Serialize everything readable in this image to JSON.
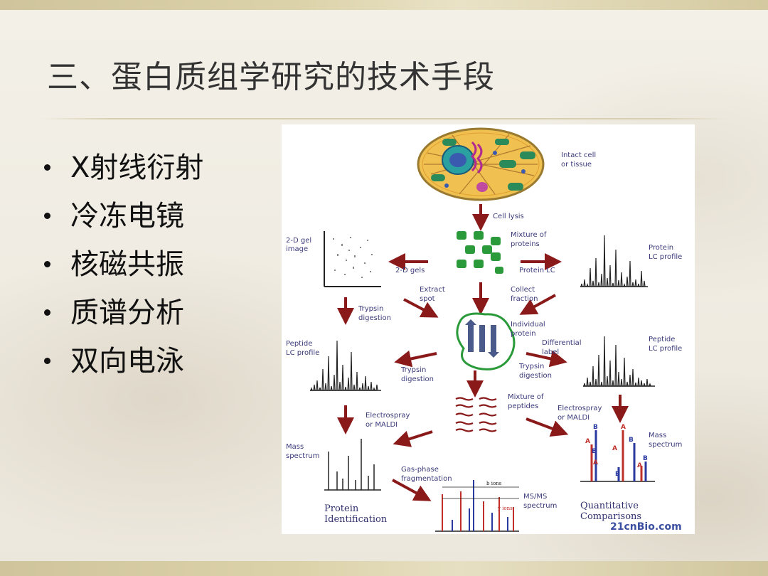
{
  "slide": {
    "title": "三、蛋白质组学研究的技术手段",
    "bullets": [
      "X射线衍射",
      "冷冻电镜",
      "核磁共振",
      "质谱分析",
      "双向电泳"
    ]
  },
  "figure": {
    "labels": {
      "intact_cell": [
        "Intact cell",
        "or tissue"
      ],
      "cell_lysis": "Cell lysis",
      "mixture_proteins": [
        "Mixture of",
        "proteins"
      ],
      "gel_image": [
        "2-D gel",
        "image"
      ],
      "two_d_gels": "2-D gels",
      "protein_lc": "Protein LC",
      "protein_lc_profile": [
        "Protein",
        "LC profile"
      ],
      "extract_spot": [
        "Extract",
        "spot"
      ],
      "collect_fraction": [
        "Collect",
        "fraction"
      ],
      "trypsin_digestion_left": [
        "Trypsin",
        "digestion"
      ],
      "individual_protein": [
        "Individual",
        "protein"
      ],
      "differential_label": [
        "Differential",
        "label"
      ],
      "peptide_lc_left": [
        "Peptide",
        "LC profile"
      ],
      "peptide_lc_right": [
        "Peptide",
        "LC profile"
      ],
      "trypsin_digestion_mid_left": [
        "Trypsin",
        "digestion"
      ],
      "trypsin_digestion_mid_right": [
        "Trypsin",
        "digestion"
      ],
      "mixture_peptides": [
        "Mixture of",
        "peptides"
      ],
      "electrospray_left": [
        "Electrospray",
        "or MALDI"
      ],
      "electrospray_right": [
        "Electrospray",
        "or MALDI"
      ],
      "mass_spectrum_left": [
        "Mass",
        "spectrum"
      ],
      "mass_spectrum_right": [
        "Mass",
        "spectrum"
      ],
      "gas_phase": [
        "Gas-phase",
        "fragmentation"
      ],
      "b_ions": "b ions",
      "y_ions": "y ions",
      "msms": [
        "MS/MS",
        "spectrum"
      ],
      "protein_identification": [
        "Protein",
        "Identification"
      ],
      "quantitative": [
        "Quantitative",
        "Comparisons"
      ],
      "watermark": "21cnBio.com",
      "peak_a": "A",
      "peak_b": "B"
    }
  },
  "colors": {
    "arrow": "#8a1a1a",
    "label": "#3a3a7a",
    "peak_red": "#c0302a",
    "peak_blue": "#2a3aa0"
  }
}
